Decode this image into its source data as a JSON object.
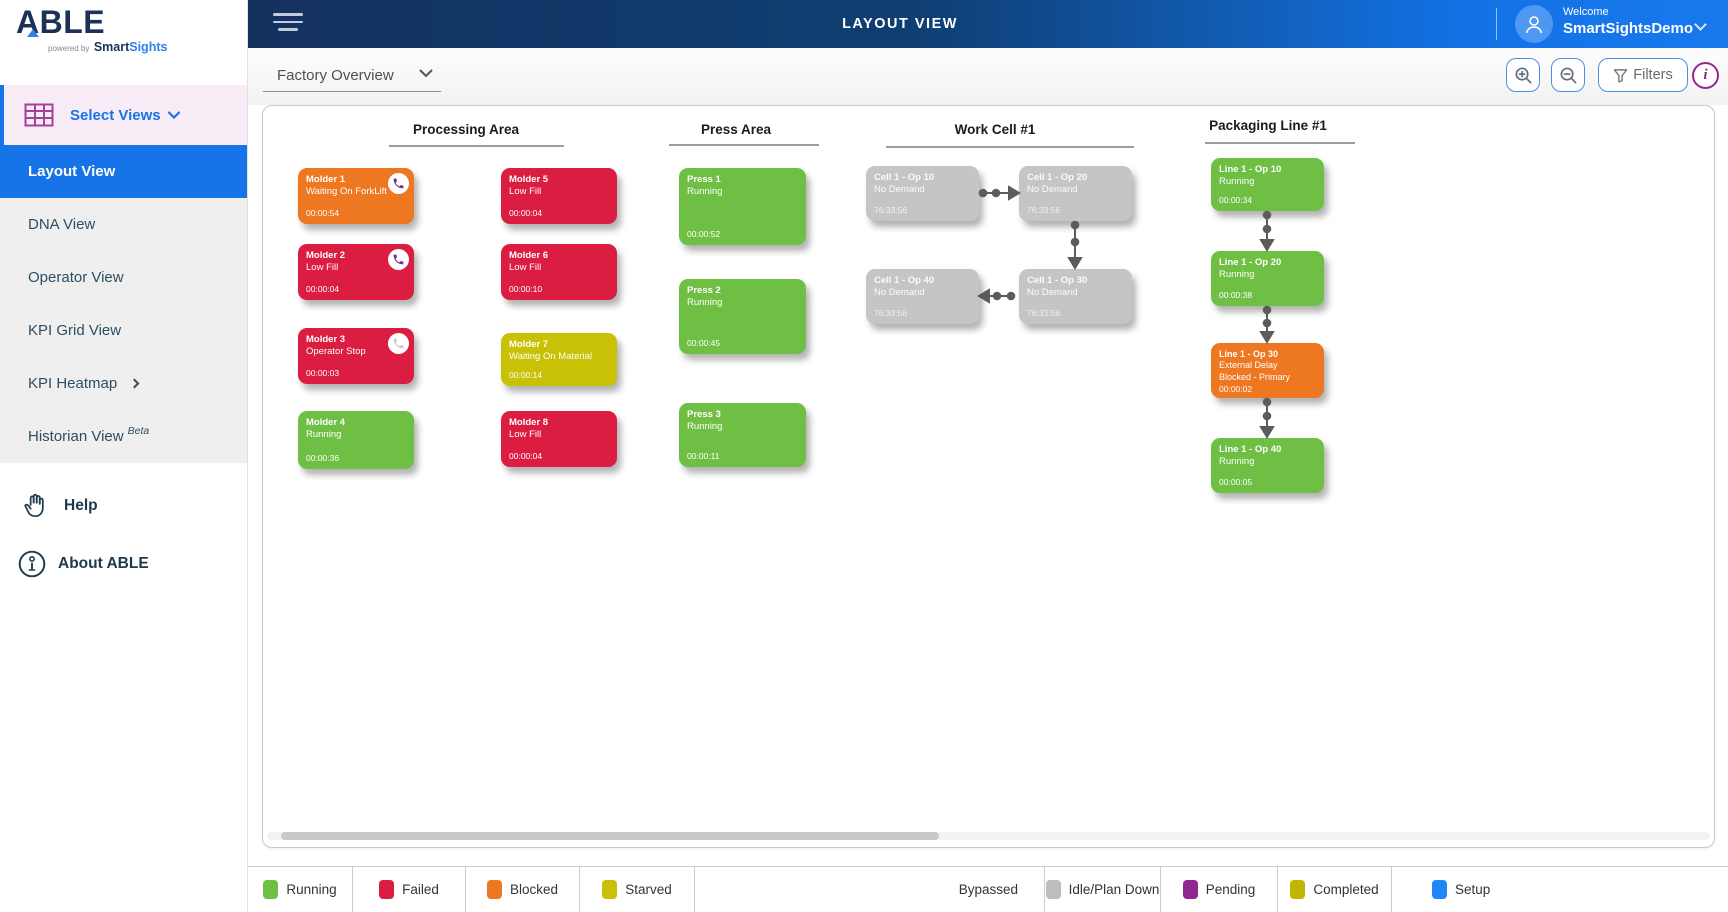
{
  "app": {
    "logo_main": "ABLE",
    "powered_by": "powered by",
    "brand_dark": "Smart",
    "brand_blue": "Sights"
  },
  "header": {
    "title": "LAYOUT VIEW",
    "welcome_label": "Welcome",
    "username": "SmartSightsDemo"
  },
  "toolbar": {
    "view_selector": "Factory Overview",
    "filters_label": "Filters"
  },
  "sidebar": {
    "select_views_label": "Select Views",
    "items": [
      {
        "label": "Layout View"
      },
      {
        "label": "DNA View"
      },
      {
        "label": "Operator View"
      },
      {
        "label": "KPI Grid View"
      },
      {
        "label": "KPI Heatmap"
      },
      {
        "label": "Historian View",
        "badge": "Beta"
      }
    ],
    "help_label": "Help",
    "about_label": "About ABLE"
  },
  "status_colors": {
    "running": "#6fbf44",
    "failed": "#db1d42",
    "blocked": "#ee7722",
    "starved": "#c9c105",
    "idle": "#c5c5c5"
  },
  "canvas": {
    "areas": [
      {
        "title": "Processing Area",
        "machines": [
          {
            "name": "Molder 1",
            "status": "Waiting On ForkLift",
            "timer": "00:00:54"
          },
          {
            "name": "Molder 2",
            "status": "Low Fill",
            "timer": "00:00:04"
          },
          {
            "name": "Molder 3",
            "status": "Operator Stop",
            "timer": "00:00:03"
          },
          {
            "name": "Molder 4",
            "status": "Running",
            "timer": "00:00:36"
          },
          {
            "name": "Molder 5",
            "status": "Low Fill",
            "timer": "00:00:04"
          },
          {
            "name": "Molder 6",
            "status": "Low Fill",
            "timer": "00:00:10"
          },
          {
            "name": "Molder 7",
            "status": "Waiting On Material",
            "timer": "00:00:14"
          },
          {
            "name": "Molder 8",
            "status": "Low Fill",
            "timer": "00:00:04"
          }
        ]
      },
      {
        "title": "Press Area",
        "machines": [
          {
            "name": "Press 1",
            "status": "Running",
            "timer": "00:00:52"
          },
          {
            "name": "Press 2",
            "status": "Running",
            "timer": "00:00:45"
          },
          {
            "name": "Press 3",
            "status": "Running",
            "timer": "00:00:11"
          }
        ]
      },
      {
        "title": "Work Cell #1",
        "machines": [
          {
            "name": "Cell 1 - Op 10",
            "status": "No Demand",
            "timer": "76:33:56"
          },
          {
            "name": "Cell 1 - Op 20",
            "status": "No Demand",
            "timer": "76:33:56"
          },
          {
            "name": "Cell 1 - Op 40",
            "status": "No Demand",
            "timer": "76:33:56"
          },
          {
            "name": "Cell 1 - Op 30",
            "status": "No Demand",
            "timer": "76:33:56"
          }
        ]
      },
      {
        "title": "Packaging Line #1",
        "machines": [
          {
            "name": "Line 1 - Op 10",
            "status": "Running",
            "timer": "00:00:34"
          },
          {
            "name": "Line 1 - Op 20",
            "status": "Running",
            "timer": "00:00:38"
          },
          {
            "name": "Line 1 - Op 30",
            "status": "External Delay",
            "status2": "Blocked - Primary",
            "timer": "00:00:02"
          },
          {
            "name": "Line 1 - Op 40",
            "status": "Running",
            "timer": "00:00:05"
          }
        ]
      }
    ]
  },
  "legend": {
    "items": [
      {
        "label": "Running",
        "color": "#6fbf44"
      },
      {
        "label": "Failed",
        "color": "#db1d42"
      },
      {
        "label": "Blocked",
        "color": "#ee7722"
      },
      {
        "label": "Starved",
        "color": "#c9c105"
      },
      {
        "label": "Bypassed",
        "color": "#ffffff"
      },
      {
        "label": "Idle/Plan Down",
        "color": "#bdbdbd"
      },
      {
        "label": "Pending",
        "color": "#92278f"
      },
      {
        "label": "Completed",
        "color": "#c0b602"
      },
      {
        "label": "Setup",
        "color": "#1f88f8"
      }
    ]
  }
}
